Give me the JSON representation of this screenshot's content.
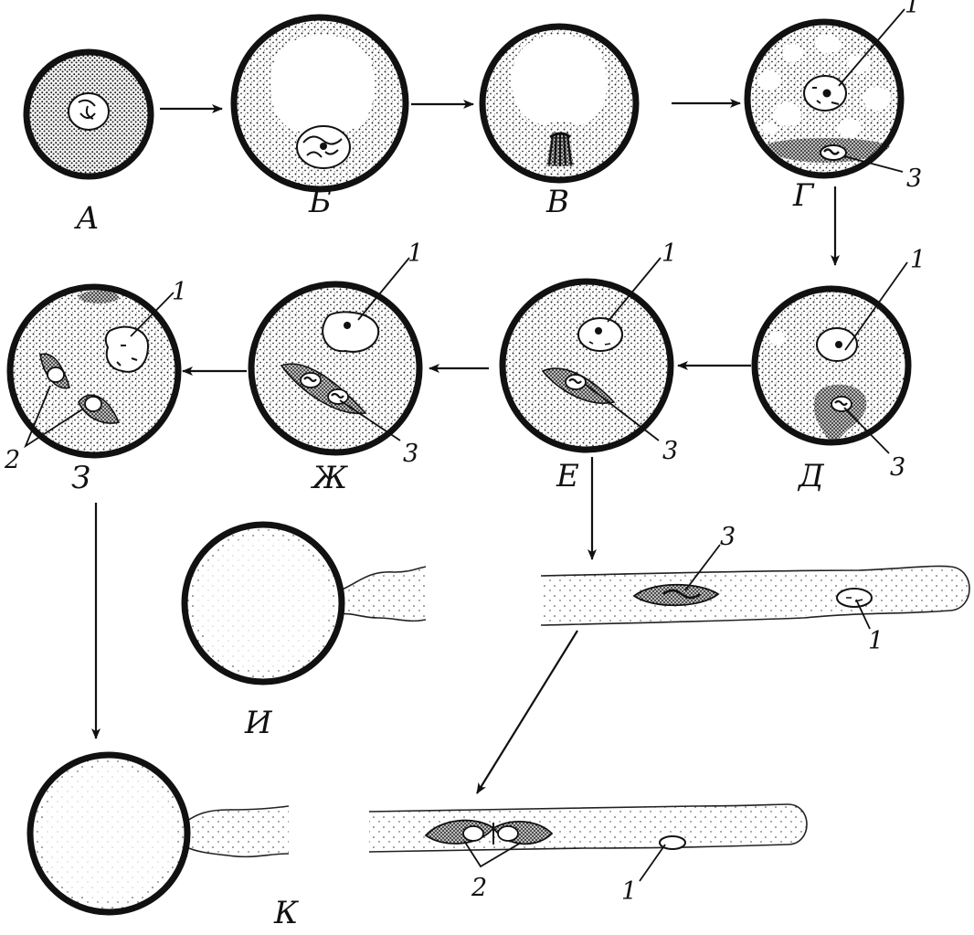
{
  "stages": {
    "a": "А",
    "b": "Б",
    "v": "В",
    "g": "Г",
    "d": "Д",
    "e": "Е",
    "zh": "Ж",
    "z": "З",
    "i": "И",
    "k": "К"
  },
  "callouts": {
    "vegetative_nucleus": "1",
    "sperm_cells": "2",
    "generative_cell": "3"
  }
}
